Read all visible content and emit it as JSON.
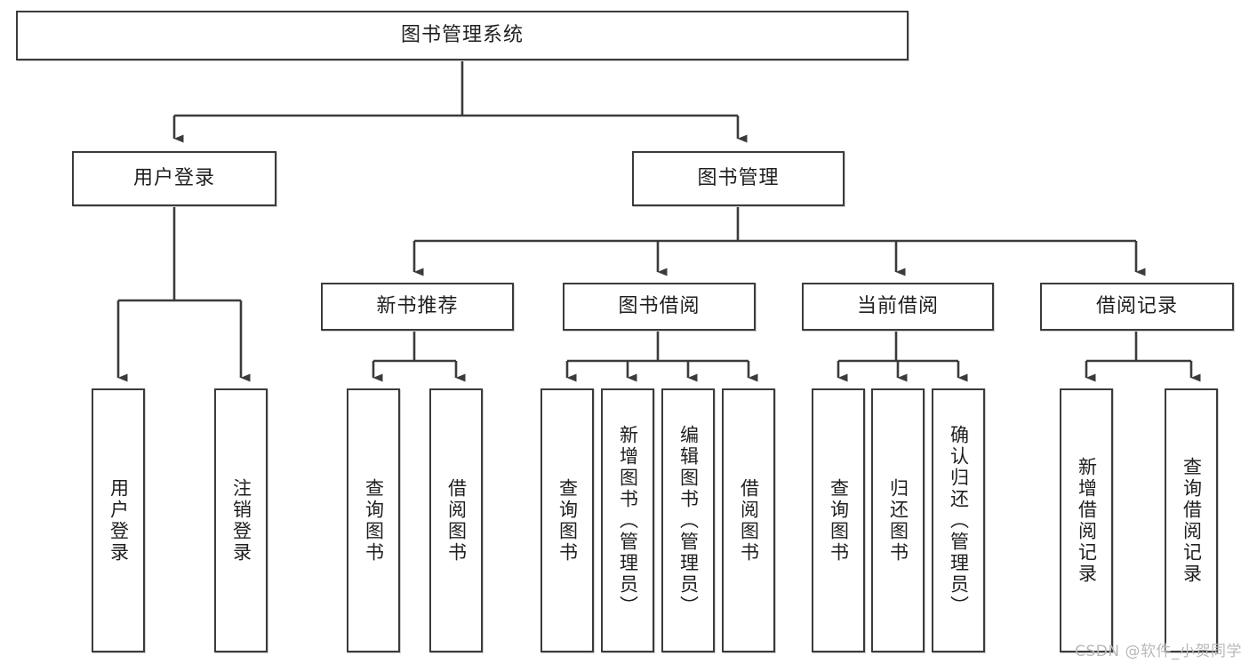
{
  "diagram": {
    "title": "图书管理系统",
    "type": "tree-hierarchy",
    "watermark": "CSDN @软件_小贺同学",
    "nodes": {
      "root": {
        "label": "图书管理系统"
      },
      "level2": [
        {
          "id": "user-login",
          "label": "用户登录"
        },
        {
          "id": "book-management",
          "label": "图书管理"
        }
      ],
      "level3": [
        {
          "id": "new-book-recommend",
          "label": "新书推荐"
        },
        {
          "id": "book-borrow",
          "label": "图书借阅"
        },
        {
          "id": "current-borrow",
          "label": "当前借阅"
        },
        {
          "id": "borrow-record",
          "label": "借阅记录"
        }
      ],
      "leaves": {
        "user-login": [
          {
            "id": "leaf-user-login",
            "label": "用户登录"
          },
          {
            "id": "leaf-logout-login",
            "label": "注销登录"
          }
        ],
        "new-book-recommend": [
          {
            "id": "leaf-query-book-1",
            "label": "查询图书"
          },
          {
            "id": "leaf-borrow-book-1",
            "label": "借阅图书"
          }
        ],
        "book-borrow": [
          {
            "id": "leaf-query-book-2",
            "label": "查询图书"
          },
          {
            "id": "leaf-add-book",
            "label": "新增图书（管理员）"
          },
          {
            "id": "leaf-edit-book",
            "label": "编辑图书（管理员）"
          },
          {
            "id": "leaf-borrow-book-2",
            "label": "借阅图书"
          }
        ],
        "current-borrow": [
          {
            "id": "leaf-query-book-3",
            "label": "查询图书"
          },
          {
            "id": "leaf-return-book",
            "label": "归还图书"
          },
          {
            "id": "leaf-confirm-return",
            "label": "确认归还（管理员）"
          }
        ],
        "borrow-record": [
          {
            "id": "leaf-add-record",
            "label": "新增借阅记录"
          },
          {
            "id": "leaf-query-record",
            "label": "查询借阅记录"
          }
        ]
      }
    },
    "colors": {
      "border": "#3b3b3b",
      "fill": "#ffffff",
      "text": "#1f1f1f",
      "watermark": "#b9b9b9"
    }
  }
}
